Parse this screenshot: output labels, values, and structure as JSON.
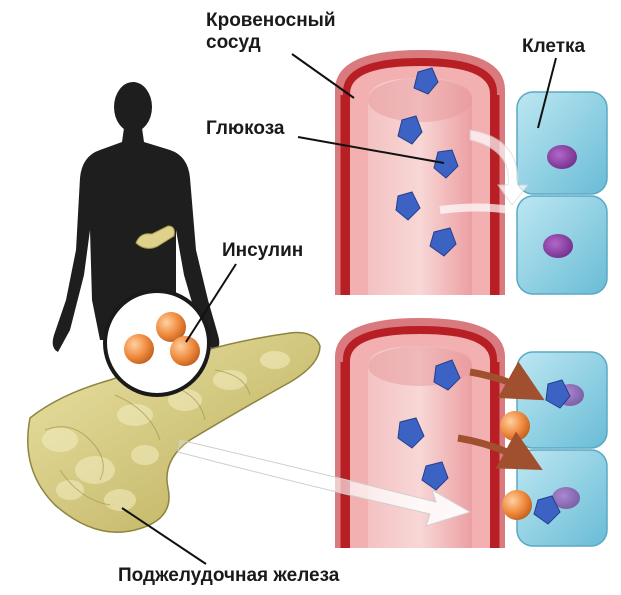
{
  "labels": {
    "blood_vessel": [
      "Кровеносный",
      "сосуд"
    ],
    "cell": "Клетка",
    "glucose": "Глюкоза",
    "insulin": "Инсулин",
    "pancreas": "Поджелудочная железа"
  },
  "colors": {
    "vessel_wall": "#e79ea0",
    "vessel_inner_band": "#c62828",
    "cell": "#8fd0e4",
    "nucleus": "#8b3fa0",
    "glucose": "#3c63c4",
    "insulin": "#ef8a3e",
    "pancreas": "#d8cd84",
    "arrow": "#a0502e",
    "silhouette": "#1e1e1e"
  },
  "icons": [
    "human-silhouette",
    "glucose-molecule",
    "insulin-molecule",
    "pancreas-organ",
    "cell-nucleus"
  ]
}
